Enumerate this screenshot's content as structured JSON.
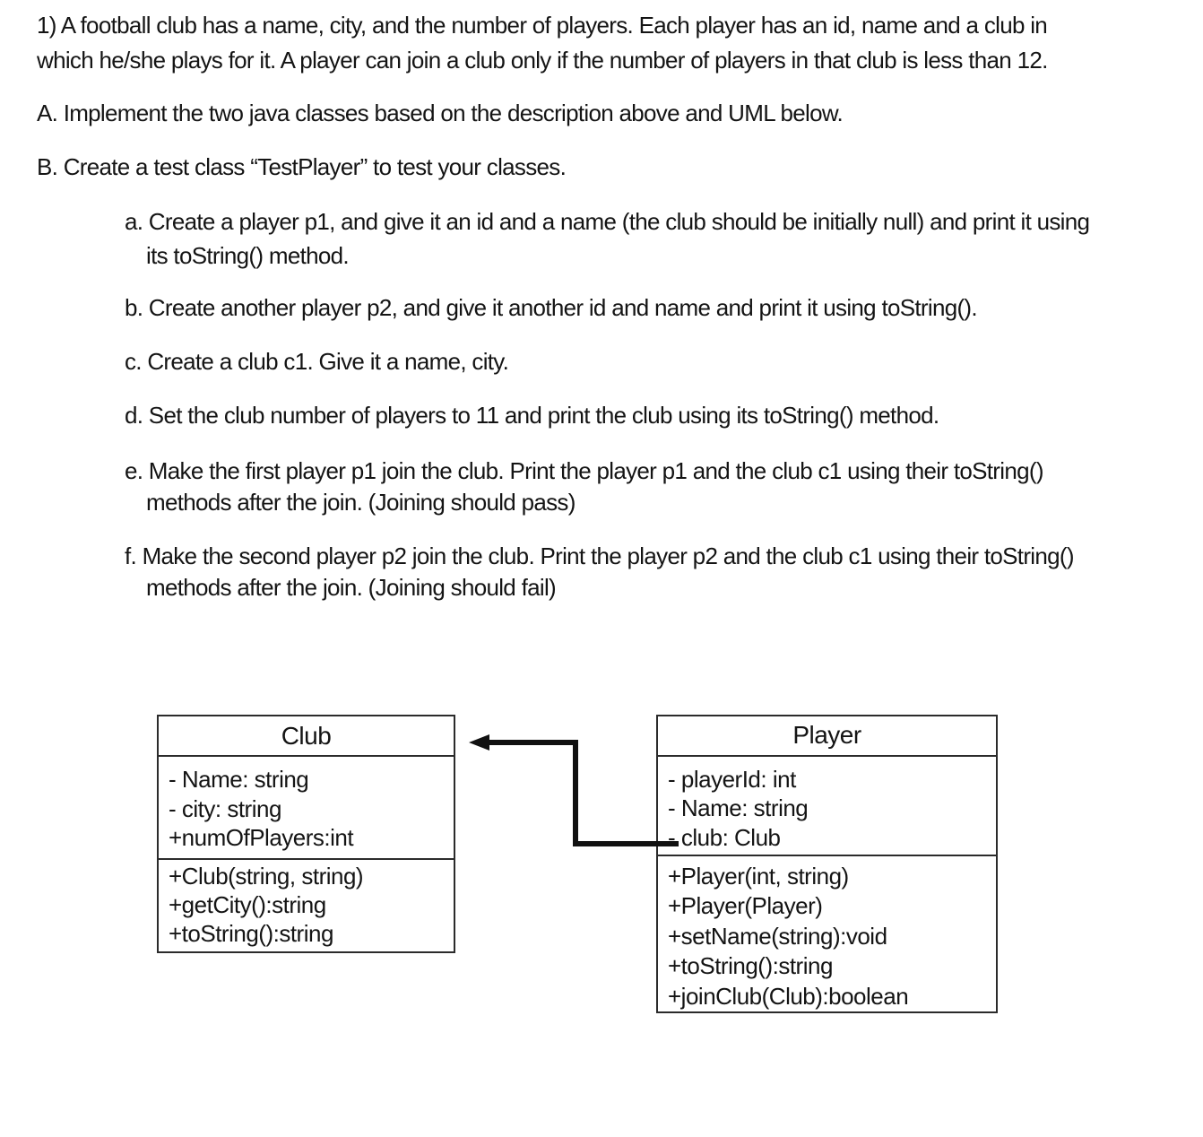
{
  "document": {
    "intro": {
      "line1": "1) A football club has a name, city, and the number of players. Each player has an id, name and a club in",
      "line2": "which he/she plays for it. A player can join a club only if the number of players in that club is less than 12."
    },
    "section_a": "A. Implement the two java classes based on the description above and UML below.",
    "section_b": "B. Create a test class “TestPlayer” to test your classes.",
    "tasks": [
      {
        "line1": "a. Create a player p1, and give it an id and a name (the club should be initially null) and print it using",
        "line2": "its toString() method."
      },
      {
        "line1": "b. Create another player p2, and give it another id and name and print it using toString()."
      },
      {
        "line1": "c. Create a club c1. Give it a name, city."
      },
      {
        "line1": "d. Set the club number of players to 11 and print the club using its toString() method."
      },
      {
        "line1": "e. Make the first player p1 join the club. Print the player p1 and the club c1 using their toString()",
        "line2": "methods after the join. (Joining should pass)"
      },
      {
        "line1": "f. Make the second player p2 join the club. Print the player p2 and the club c1 using their toString()",
        "line2": "methods after the join. (Joining should fail)"
      }
    ]
  },
  "uml": {
    "club": {
      "title": "Club",
      "attributes": [
        "- Name: string",
        "- city: string",
        "+numOfPlayers:int"
      ],
      "methods": [
        "+Club(string, string)",
        "+getCity():string",
        "+toString():string"
      ]
    },
    "player": {
      "title": "Player",
      "attributes": [
        "- playerId: int",
        "- Name: string",
        "- club: Club"
      ],
      "methods": [
        "+Player(int, string)",
        "+Player(Player)",
        "+setName(string):void",
        "+toString():string",
        "+joinClub(Club):boolean"
      ]
    },
    "colors": {
      "line": "#111111",
      "border": "#2b2b2b",
      "text": "#141414",
      "background": "#ffffff"
    }
  }
}
